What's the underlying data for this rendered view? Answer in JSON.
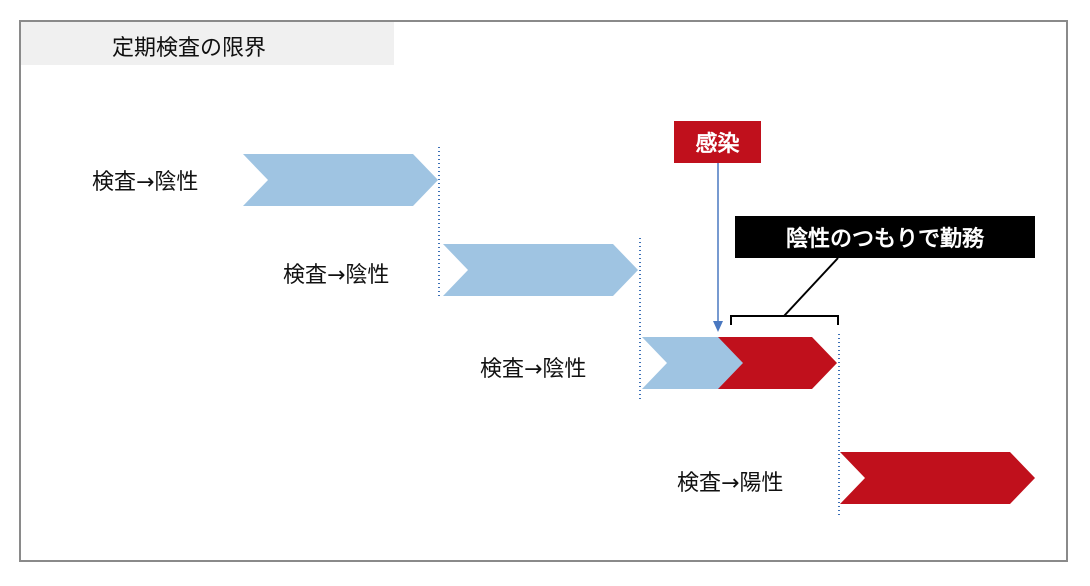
{
  "title": "定期検査の限界",
  "rows": [
    {
      "label": "検査→陰性"
    },
    {
      "label": "検査→陰性"
    },
    {
      "label": "検査→陰性"
    },
    {
      "label": "検査→陽性"
    }
  ],
  "infection_label": "感染",
  "working_label": "陰性のつもりで勤務",
  "colors": {
    "negative": "#9fc4e2",
    "positive": "#c0101c",
    "divider": "#3b6fb6",
    "working_box": "#000000",
    "title_background": "#f0f0f0"
  }
}
